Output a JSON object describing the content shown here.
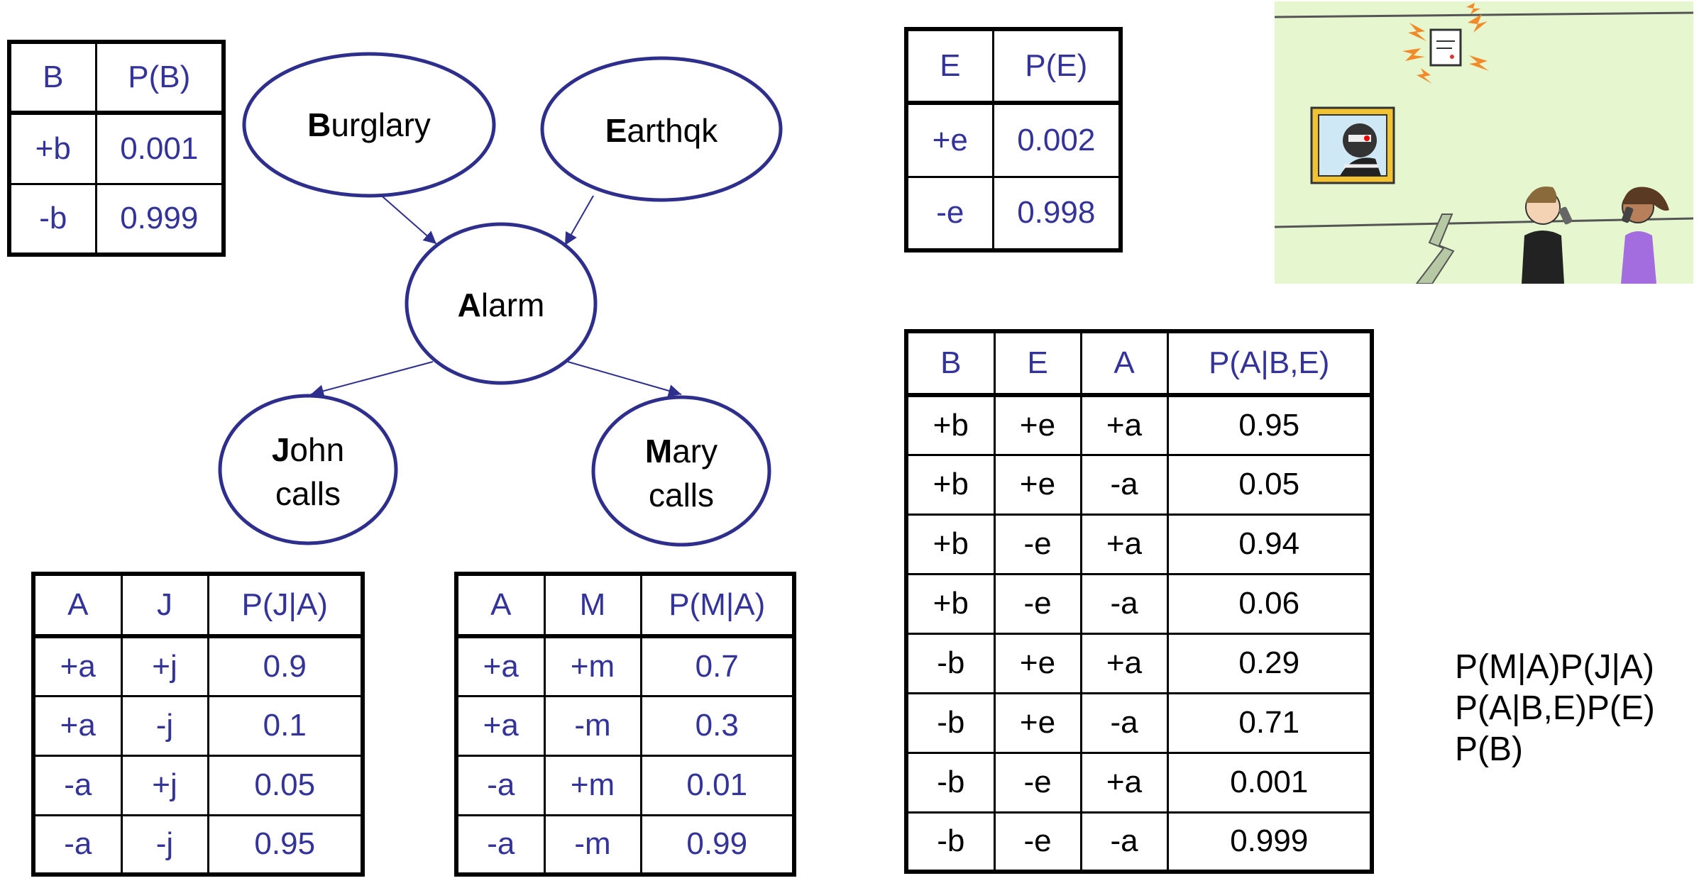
{
  "nodes": {
    "burglary": {
      "initial": "B",
      "rest": "urglary"
    },
    "earthquake": {
      "initial": "E",
      "rest": "arthqk"
    },
    "alarm": {
      "initial": "A",
      "rest": "larm"
    },
    "john": {
      "initial": "J",
      "rest": "ohn",
      "line2": "calls"
    },
    "mary": {
      "initial": "M",
      "rest": "ary",
      "line2": "calls"
    }
  },
  "tables": {
    "pb": {
      "headers": [
        "B",
        "P(B)"
      ],
      "rows": [
        [
          "+b",
          "0.001"
        ],
        [
          "-b",
          "0.999"
        ]
      ]
    },
    "pe": {
      "headers": [
        "E",
        "P(E)"
      ],
      "rows": [
        [
          "+e",
          "0.002"
        ],
        [
          "-e",
          "0.998"
        ]
      ]
    },
    "pj": {
      "headers": [
        "A",
        "J",
        "P(J|A)"
      ],
      "rows": [
        [
          "+a",
          "+j",
          "0.9"
        ],
        [
          "+a",
          "-j",
          "0.1"
        ],
        [
          "-a",
          "+j",
          "0.05"
        ],
        [
          "-a",
          "-j",
          "0.95"
        ]
      ]
    },
    "pm": {
      "headers": [
        "A",
        "M",
        "P(M|A)"
      ],
      "rows": [
        [
          "+a",
          "+m",
          "0.7"
        ],
        [
          "+a",
          "-m",
          "0.3"
        ],
        [
          "-a",
          "+m",
          "0.01"
        ],
        [
          "-a",
          "-m",
          "0.99"
        ]
      ]
    },
    "pa": {
      "headers": [
        "B",
        "E",
        "A",
        "P(A|B,E)"
      ],
      "rows": [
        [
          "+b",
          "+e",
          "+a",
          "0.95"
        ],
        [
          "+b",
          "+e",
          "-a",
          "0.05"
        ],
        [
          "+b",
          "-e",
          "+a",
          "0.94"
        ],
        [
          "+b",
          "-e",
          "-a",
          "0.06"
        ],
        [
          "-b",
          "+e",
          "+a",
          "0.29"
        ],
        [
          "-b",
          "+e",
          "-a",
          "0.71"
        ],
        [
          "-b",
          "-e",
          "+a",
          "0.001"
        ],
        [
          "-b",
          "-e",
          "-a",
          "0.999"
        ]
      ]
    }
  },
  "formula": [
    "P(M|A)P(J|A)",
    "P(A|B,E)P(E)",
    "P(B)"
  ],
  "colors": {
    "node_stroke": "#2e2e8c",
    "table_text": "#33339a",
    "cartoon_background": "#e6f7cf"
  }
}
